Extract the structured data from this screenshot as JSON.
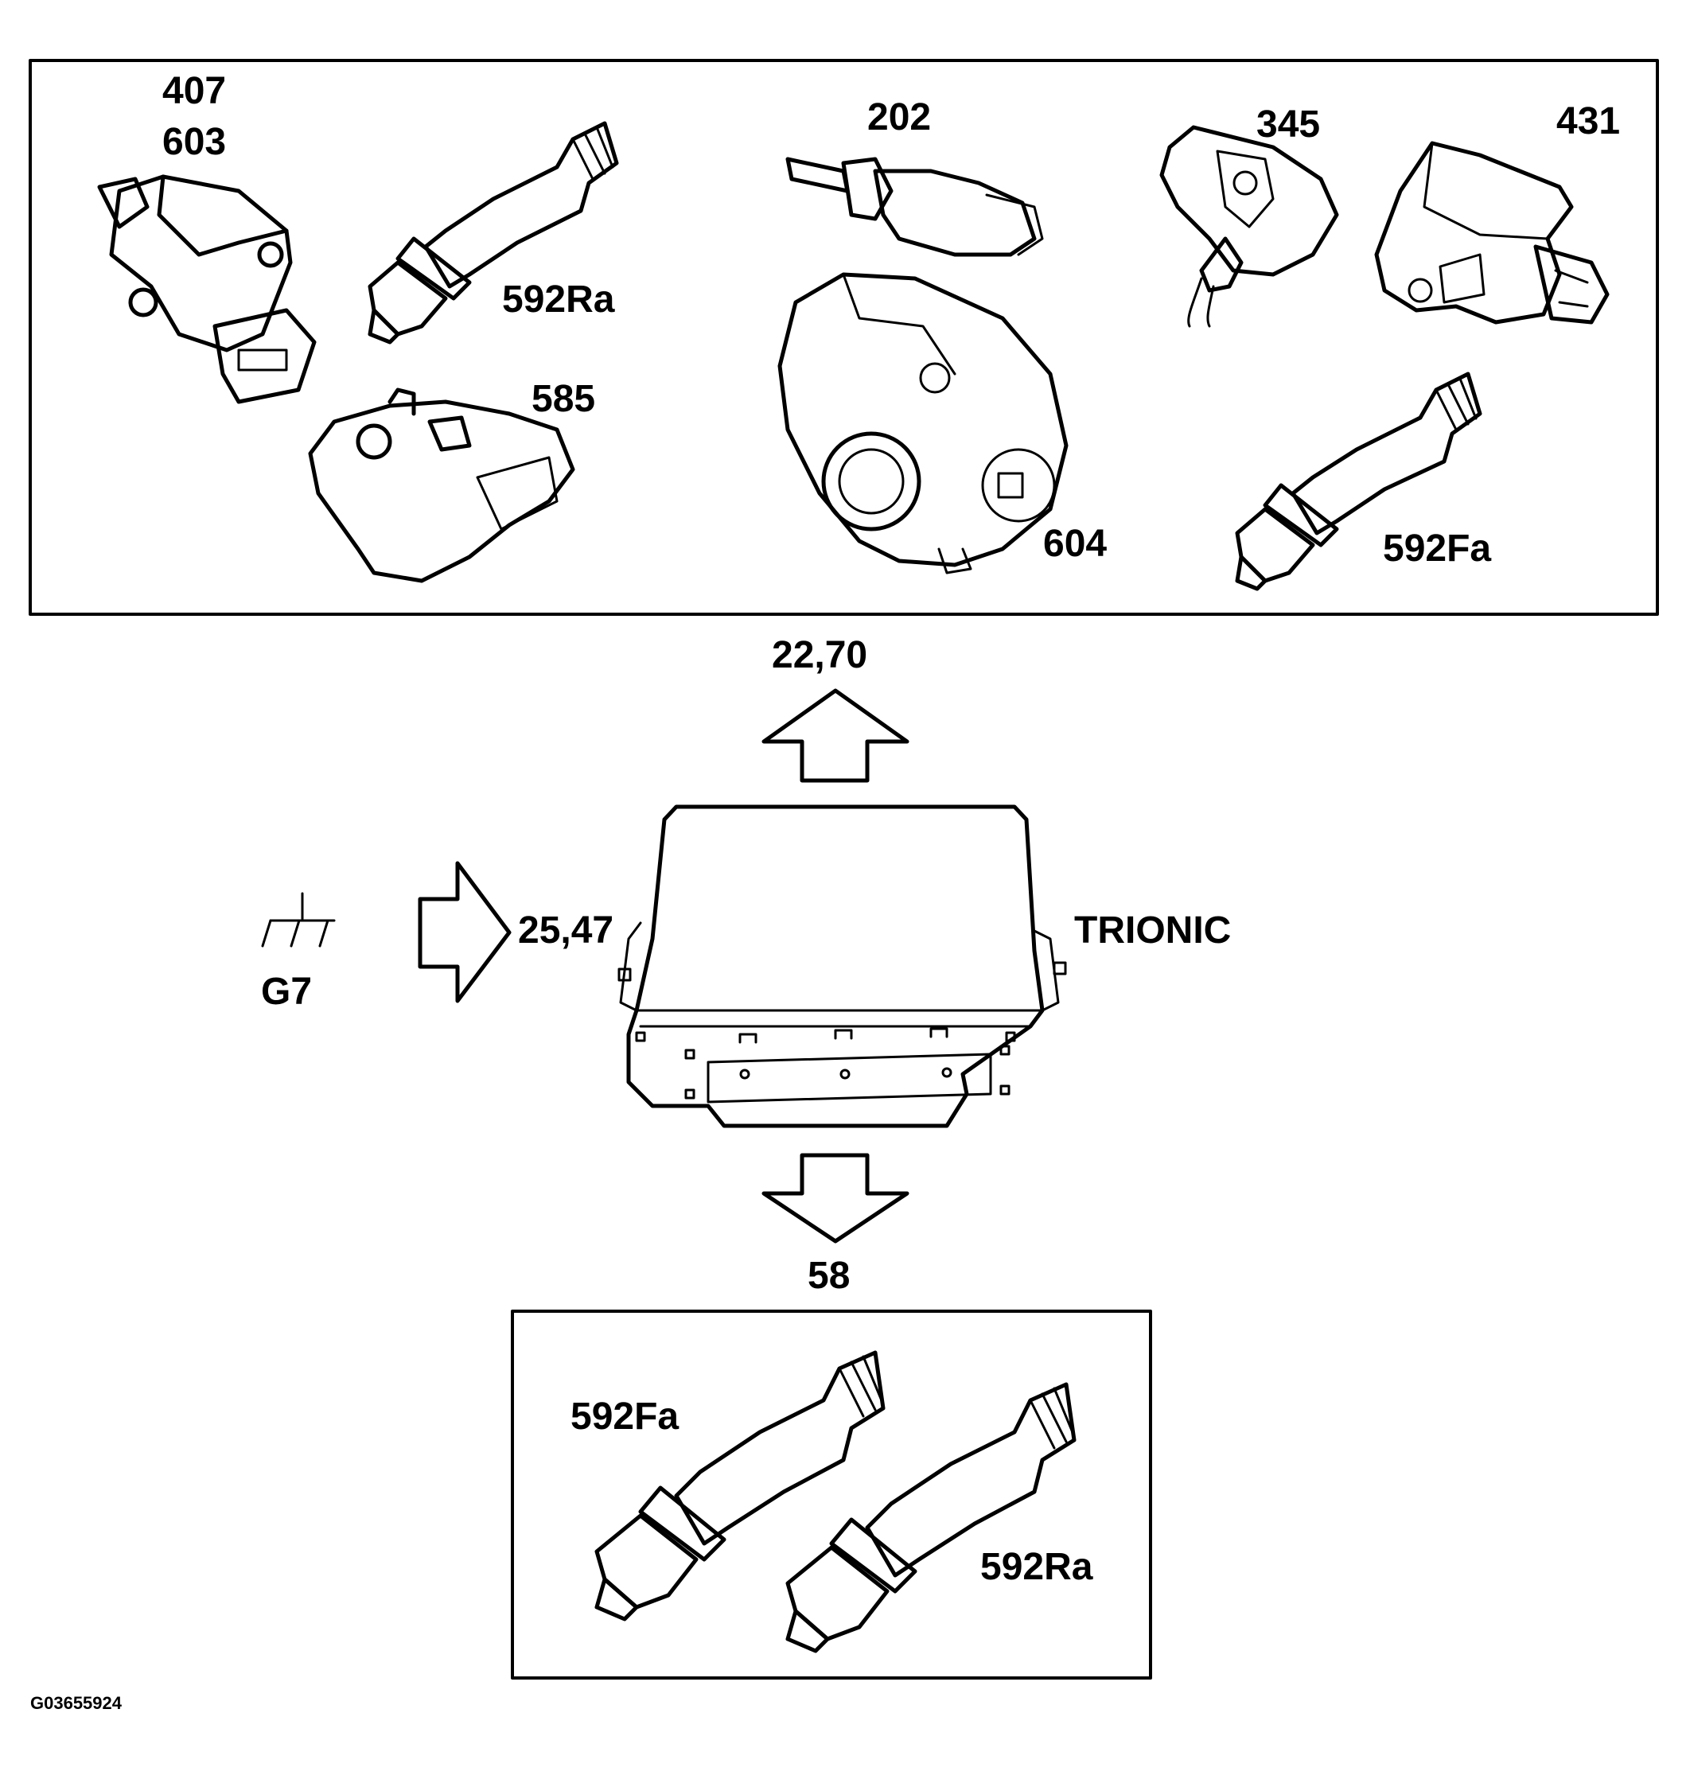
{
  "top_panel": {
    "labels": {
      "l407": "407",
      "l603": "603",
      "l592ra": "592Ra",
      "l585": "585",
      "l202": "202",
      "l604": "604",
      "l345": "345",
      "l431": "431",
      "l592fa": "592Fa"
    }
  },
  "center": {
    "ecu_label": "TRIONIC",
    "output_top": "22,70",
    "input_left": "25,47",
    "output_bottom": "58",
    "ground_label": "G7"
  },
  "bottom_panel": {
    "labels": {
      "l592fa": "592Fa",
      "l592ra": "592Ra"
    }
  },
  "figure_code": "G03655924"
}
